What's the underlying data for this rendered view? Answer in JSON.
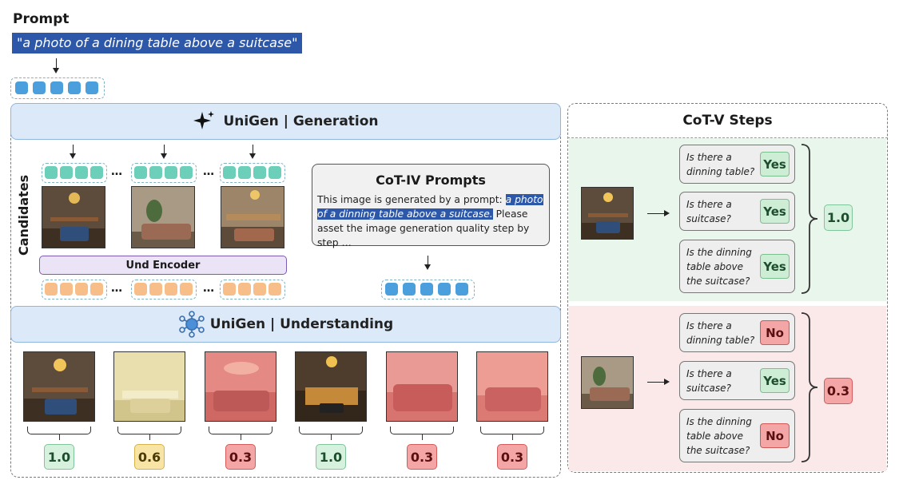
{
  "prompt": {
    "label": "Prompt",
    "text": "\"a photo of a dining table above a suitcase\""
  },
  "generation": {
    "title": "UniGen | Generation"
  },
  "understanding": {
    "title": "UniGen | Understanding"
  },
  "candidates_label": "Candidates",
  "und_encoder_label": "Und Encoder",
  "ellipsis": "…",
  "cot_iv": {
    "title": "CoT-IV Prompts",
    "pre": "This image is generated by a prompt: ",
    "highlight": "a photo of a dinning table above a suitcase.",
    "post": " Please asset the image generation quality step by step …"
  },
  "scores": [
    "1.0",
    "0.6",
    "0.3",
    "1.0",
    "0.3",
    "0.3"
  ],
  "cotv": {
    "title": "CoT-V Steps",
    "upper": {
      "questions": [
        {
          "line1": "Is there a",
          "line2": "dinning table?",
          "line3": "",
          "answer": "Yes"
        },
        {
          "line1": "Is there a",
          "line2": "suitcase?",
          "line3": "",
          "answer": "Yes"
        },
        {
          "line1": "Is the dinning",
          "line2": "table above",
          "line3": "the suitcase?",
          "answer": "Yes"
        }
      ],
      "score": "1.0"
    },
    "lower": {
      "questions": [
        {
          "line1": "Is there a",
          "line2": "dinning table?",
          "line3": "",
          "answer": "No"
        },
        {
          "line1": "Is there a",
          "line2": "suitcase?",
          "line3": "",
          "answer": "Yes"
        },
        {
          "line1": "Is the dinning",
          "line2": "table above",
          "line3": "the suitcase?",
          "answer": "No"
        }
      ],
      "score": "0.3"
    }
  },
  "colors": {
    "highlight": "#2d57a8",
    "green_panel": "#e9f6ec",
    "red_panel": "#fbe8e8",
    "banner": "#dbe9f8",
    "yellow_overlay": "#f3e6a0",
    "red_overlay": "#ef8c8c"
  },
  "icons": {
    "generation": "sparkle-icon",
    "understanding": "network-icon"
  }
}
